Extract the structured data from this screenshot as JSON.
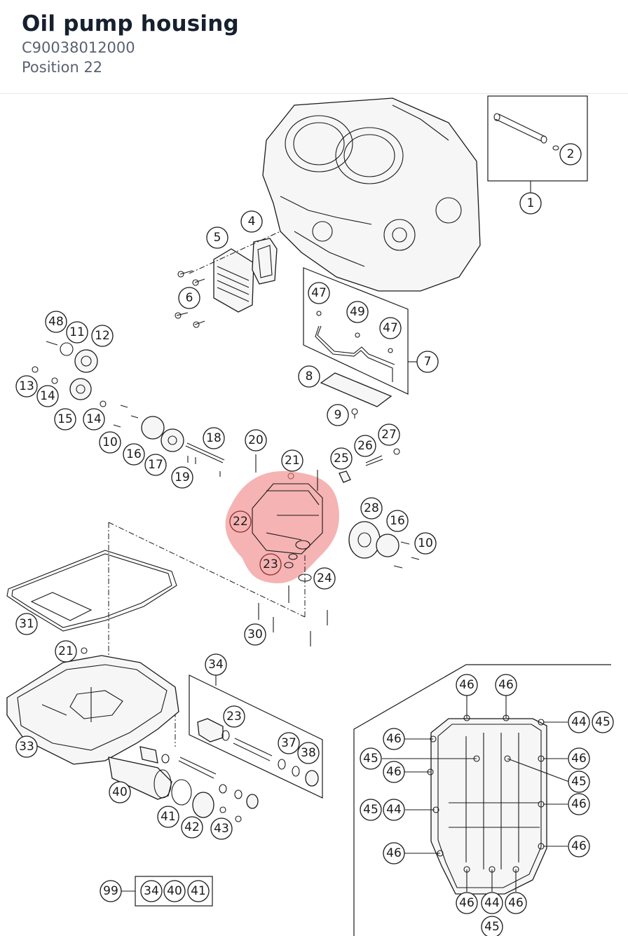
{
  "header": {
    "title": "Oil pump housing",
    "part_number": "C90038012000",
    "position": "Position 22"
  },
  "highlight": {
    "position": "22",
    "color": "#f08080"
  },
  "callouts": [
    "1",
    "2",
    "4",
    "5",
    "6",
    "47",
    "49",
    "47",
    "7",
    "48",
    "11",
    "12",
    "13",
    "14",
    "15",
    "14",
    "8",
    "9",
    "10",
    "16",
    "17",
    "18",
    "19",
    "20",
    "21",
    "25",
    "26",
    "27",
    "22",
    "28",
    "16",
    "10",
    "23",
    "24",
    "31",
    "30",
    "21",
    "34",
    "23",
    "37",
    "38",
    "33",
    "40",
    "41",
    "42",
    "43",
    "99",
    "34",
    "40",
    "41",
    "46",
    "46",
    "44",
    "45",
    "46",
    "45",
    "46",
    "46",
    "45",
    "45",
    "44",
    "46",
    "46",
    "46",
    "46",
    "44",
    "46",
    "45"
  ]
}
